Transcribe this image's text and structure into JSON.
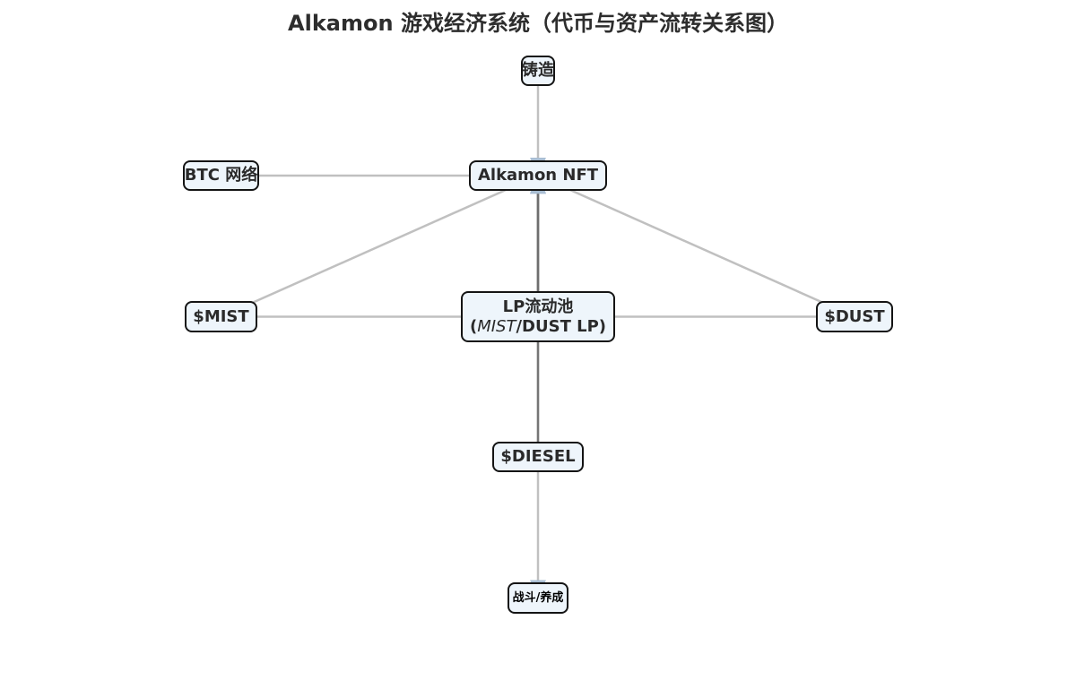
{
  "title": "Alkamon 游戏经济系统（代币与资产流转关系图）",
  "nodes": {
    "mint": {
      "label": "铸造"
    },
    "nft": {
      "label": "Alkamon NFT"
    },
    "btc": {
      "label": "BTC 网络"
    },
    "mist": {
      "label": "$MIST"
    },
    "lp": {
      "label": "LP流动池",
      "line2_pre": "(",
      "line2_em": "MIST",
      "line2_post": "/DUST LP)"
    },
    "dust": {
      "label": "$DUST"
    },
    "diesel": {
      "label": "$DIESEL"
    },
    "battle": {
      "label": "战斗/养成"
    }
  },
  "edges": [
    {
      "from": "mint",
      "to": "nft"
    },
    {
      "from": "nft",
      "to": "btc"
    },
    {
      "from": "mist",
      "to": "nft"
    },
    {
      "from": "dust",
      "to": "nft"
    },
    {
      "from": "mist",
      "to": "lp"
    },
    {
      "from": "dust",
      "to": "lp"
    },
    {
      "from": "lp",
      "to": "nft",
      "strong": true
    },
    {
      "from": "nft",
      "to": "battle"
    },
    {
      "from": "diesel",
      "to": "nft",
      "strong": true
    }
  ],
  "colors": {
    "edge": "#bdbdbd",
    "edge_strong": "#6e6e6e",
    "arrow": "#a9bed3",
    "node_fill": "#eef5fb",
    "node_border": "#141414"
  }
}
